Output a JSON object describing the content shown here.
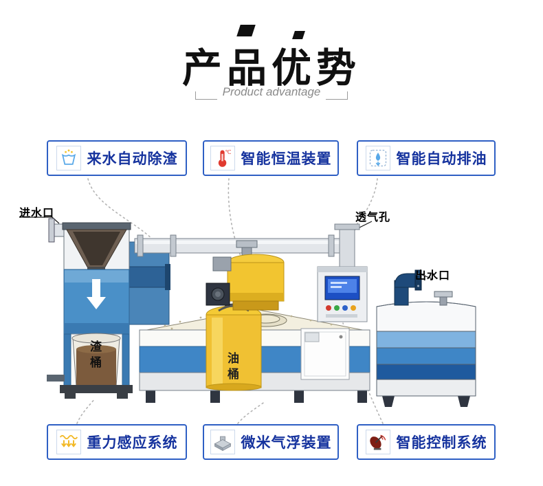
{
  "header": {
    "title": "产品优势",
    "subtitle": "Product advantage"
  },
  "features": [
    {
      "id": "auto-slag-removal",
      "label": "来水自动除渣",
      "icon": "bucket-icon"
    },
    {
      "id": "smart-thermostat",
      "label": "智能恒温装置",
      "icon": "thermometer-icon"
    },
    {
      "id": "auto-oil-discharge",
      "label": "智能自动排油",
      "icon": "oil-drop-icon"
    },
    {
      "id": "gravity-sensing",
      "label": "重力感应系统",
      "icon": "gravity-arrows-icon"
    },
    {
      "id": "micro-air-flotation",
      "label": "微米气浮装置",
      "icon": "flotation-device-icon"
    },
    {
      "id": "smart-control",
      "label": "智能控制系统",
      "icon": "satellite-dish-icon"
    }
  ],
  "diagram": {
    "labels": {
      "inlet": "进水口",
      "vent": "透气孔",
      "outlet": "出水口",
      "slag_bucket": "渣桶",
      "oil_bucket": "油桶"
    }
  },
  "colors": {
    "feature_border": "#2e5fc4",
    "feature_text": "#16339e",
    "title": "#101010",
    "subtitle": "#8a8a8a",
    "tank_blue": "#3f86c6",
    "machine_yellow": "#f2c530",
    "navy_pipe": "#1e4a7a",
    "slag_brown": "#7c5b3d"
  }
}
